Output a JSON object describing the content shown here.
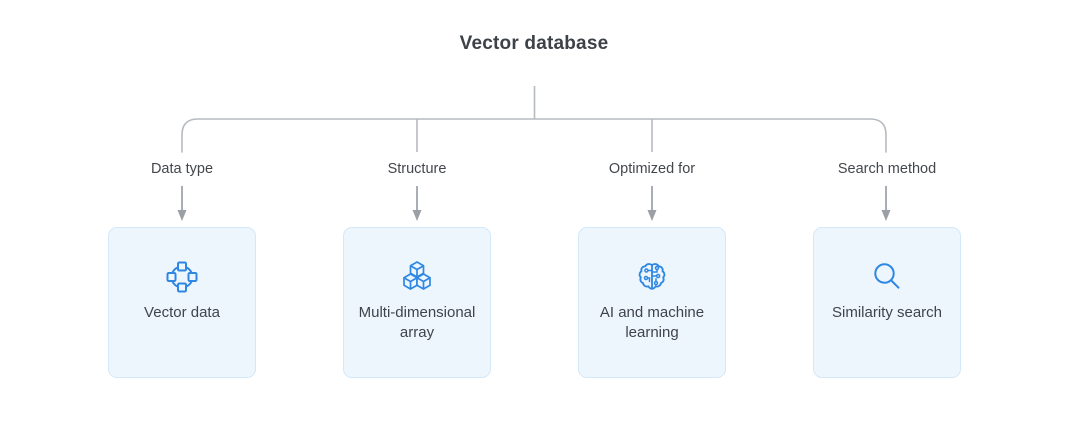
{
  "title": "Vector database",
  "colors": {
    "accent_blue": "#2e87e2",
    "card_background": "#edf6fd",
    "card_border": "#d3e8f8",
    "tree_line_gray": "#b6bbc0",
    "arrow_gray": "#9aa0a6",
    "text_dark": "#3d4248"
  },
  "branches": [
    {
      "label": "Data type",
      "card": {
        "icon": "vector-data-icon",
        "label": "Vector data"
      }
    },
    {
      "label": "Structure",
      "card": {
        "icon": "cubes-icon",
        "label": "Multi-dimensional array"
      }
    },
    {
      "label": "Optimized for",
      "card": {
        "icon": "ai-brain-icon",
        "label": "AI and machine learning"
      }
    },
    {
      "label": "Search method",
      "card": {
        "icon": "search-icon",
        "label": "Similarity search"
      }
    }
  ]
}
